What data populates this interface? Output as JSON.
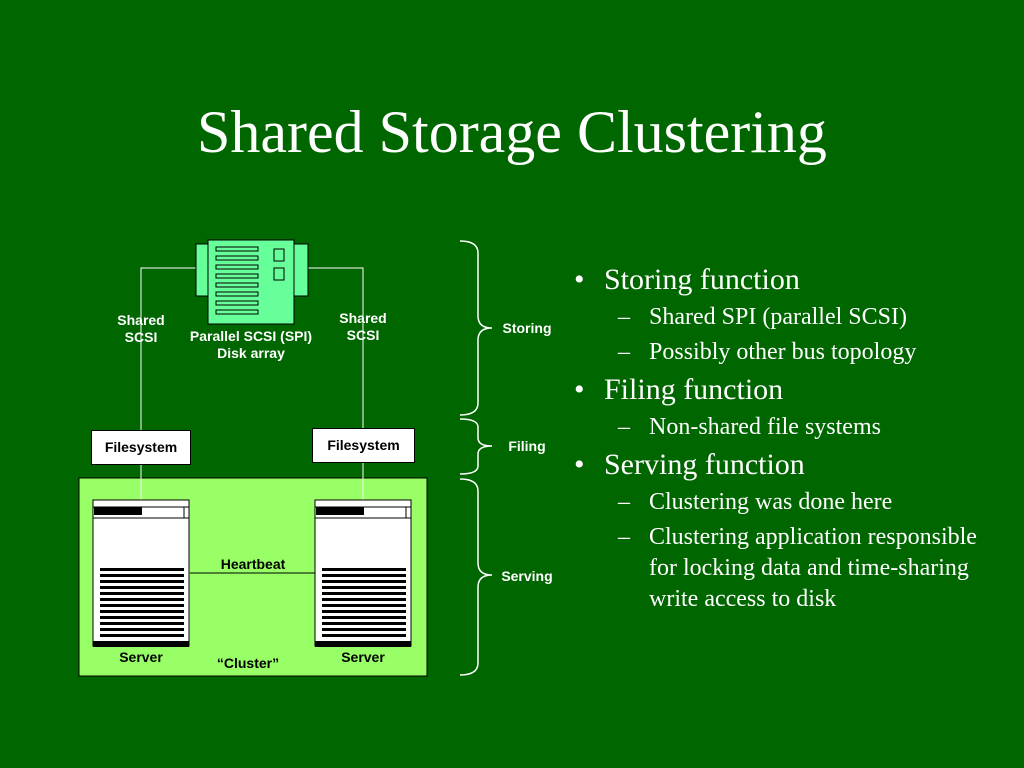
{
  "slide": {
    "title": "Shared Storage Clustering",
    "diagram": {
      "labels": {
        "shared_scsi_left": "Shared\nSCSI",
        "shared_scsi_right": "Shared\nSCSI",
        "disk_array": "Parallel SCSI (SPI)\nDisk array",
        "filesystem_left": "Filesystem",
        "filesystem_right": "Filesystem",
        "heartbeat": "Heartbeat",
        "server_left": "Server",
        "server_right": "Server",
        "cluster": "“Cluster”",
        "storing": "Storing",
        "filing": "Filing",
        "serving": "Serving"
      },
      "colors": {
        "background": "#006600",
        "disk_array": "#66ff99",
        "cluster_area": "#99ff66",
        "server_body": "#ffffff",
        "lines": "#ffffff"
      }
    },
    "bullets": [
      {
        "text": "Storing function",
        "subitems": [
          "Shared SPI (parallel SCSI)",
          "Possibly other bus topology"
        ]
      },
      {
        "text": "Filing function",
        "subitems": [
          "Non-shared file systems"
        ]
      },
      {
        "text": "Serving function",
        "subitems": [
          "Clustering was done here",
          "Clustering application responsible for locking data and time-sharing write access to disk"
        ]
      }
    ]
  }
}
